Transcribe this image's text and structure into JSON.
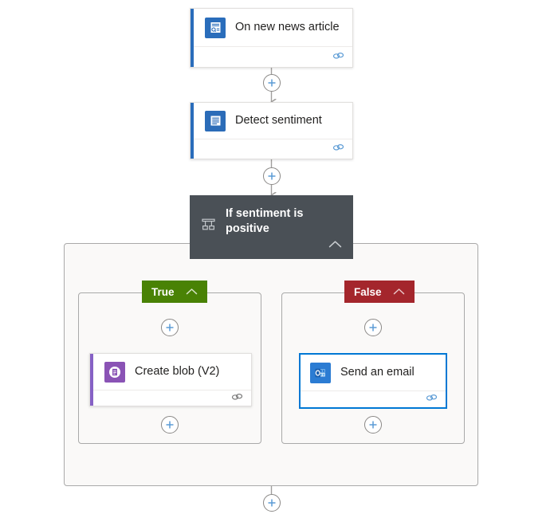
{
  "flow": {
    "title": "Flow designer canvas",
    "colors": {
      "canvas_background": "#ffffff",
      "scope_background": "#faf9f8",
      "scope_border": "#a9a9a9",
      "connector": "#a19f9d",
      "condition_card": "#4a5056",
      "true_badge": "#498205",
      "false_badge": "#a4262c",
      "selection_blue": "#0078d4",
      "plus_blue": "#5b9bd5",
      "trigger_accent": "#2a6dbb",
      "blob_accent": "#8661c5",
      "link_icon": "#5b9bd5"
    },
    "steps": {
      "trigger": {
        "title": "On new news article",
        "icon": "rss-document-icon",
        "accent": "#2a6dbb",
        "link_icon": "chain-link-icon"
      },
      "detect": {
        "title": "Detect sentiment",
        "icon": "text-lines-icon",
        "accent": "#2a6dbb",
        "link_icon": "chain-link-icon"
      },
      "condition": {
        "title": "If sentiment is positive",
        "icon": "condition-branch-icon",
        "collapse_icon": "chevron-up-icon"
      },
      "true_branch": {
        "label": "True",
        "collapse_icon": "chevron-up-icon",
        "action": {
          "title": "Create blob (V2)",
          "icon": "blob-storage-icon",
          "accent": "#8661c5",
          "link_icon": "chain-link-icon",
          "selected": false
        }
      },
      "false_branch": {
        "label": "False",
        "collapse_icon": "chevron-up-icon",
        "action": {
          "title": "Send an email",
          "icon": "outlook-mail-icon",
          "accent": "#2b7cd3",
          "link_icon": "chain-link-icon",
          "selected": true
        }
      }
    },
    "add_buttons": {
      "after_trigger": "+",
      "after_detect": "+",
      "true_before_action": "+",
      "true_after_action": "+",
      "false_before_action": "+",
      "false_after_action": "+",
      "after_condition_scope": "+"
    }
  }
}
